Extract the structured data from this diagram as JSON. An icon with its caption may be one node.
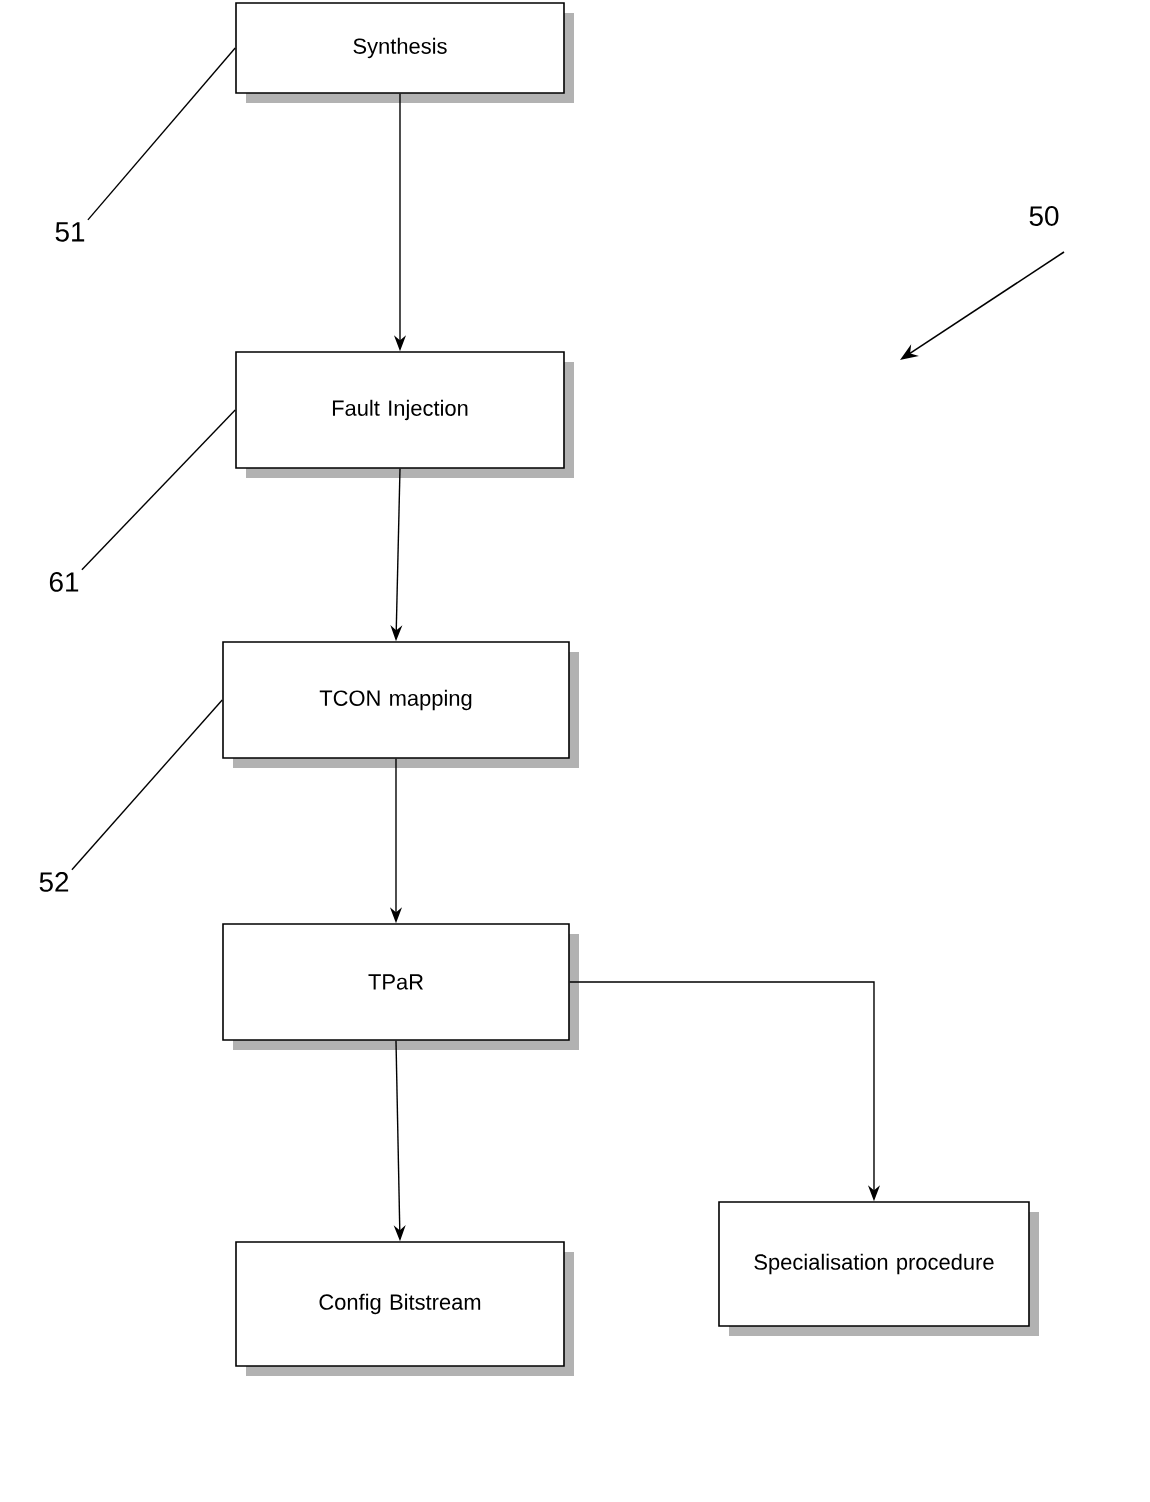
{
  "diagram": {
    "nodes": [
      {
        "text": [
          "Synthesis"
        ]
      },
      {
        "text": [
          "Fault Injection"
        ]
      },
      {
        "text": [
          "TCON mapping"
        ]
      },
      {
        "text": [
          "TPaR"
        ]
      },
      {
        "text": [
          "Config Bitstream"
        ]
      },
      {
        "text": [
          "Specialisation procedure"
        ]
      },
      {
        "text": [
          "51"
        ]
      },
      {
        "text": [
          "61"
        ]
      },
      {
        "text": [
          "52"
        ]
      }
    ],
    "edges": [
      {
        "from": 0,
        "to": 1,
        "arrow": "to"
      },
      {
        "from": 1,
        "to": 2,
        "arrow": "to"
      },
      {
        "from": 2,
        "to": 3,
        "arrow": "to"
      },
      {
        "from": 3,
        "to": 4,
        "arrow": "to"
      },
      {
        "from": 3,
        "to": 5,
        "arrow": "to"
      },
      {
        "from": 6,
        "to": 0,
        "arrow": "none"
      },
      {
        "from": 7,
        "to": 1,
        "arrow": "none"
      },
      {
        "from": 8,
        "to": 2,
        "arrow": "none"
      }
    ],
    "labels": [
      "50"
    ]
  }
}
